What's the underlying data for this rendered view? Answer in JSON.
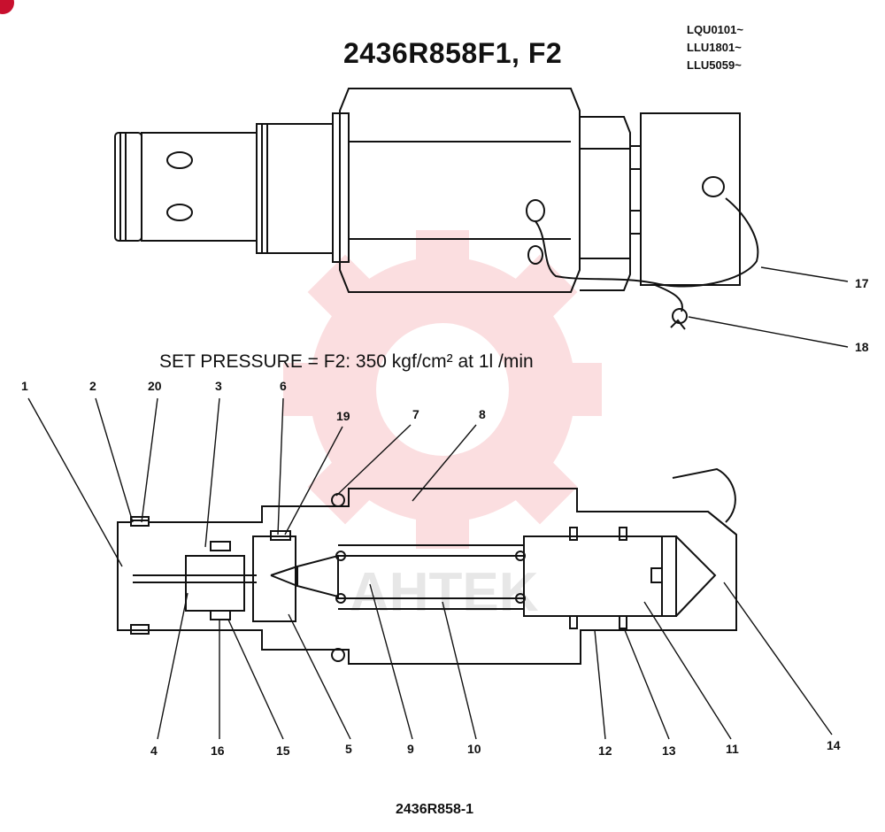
{
  "title": "2436R858F1, F2",
  "serials": [
    "LQU0101~",
    "LLU1801~",
    "LLU5059~"
  ],
  "set_pressure": "SET PRESSURE = F2: 350 kgf/cm² at 1l /min",
  "drawing_number": "2436R858-1",
  "watermark": {
    "text": "AHTEK",
    "color": "#f6b8bc"
  },
  "callouts": {
    "c1": "1",
    "c2": "2",
    "c3": "3",
    "c4": "4",
    "c5": "5",
    "c6": "6",
    "c7": "7",
    "c8": "8",
    "c9": "9",
    "c10": "10",
    "c11": "11",
    "c12": "12",
    "c13": "13",
    "c14": "14",
    "c15": "15",
    "c16": "16",
    "c17": "17",
    "c18": "18",
    "c19": "19",
    "c20": "20"
  },
  "icons": [
    "corner-badge-icon",
    "gear-watermark-icon"
  ]
}
